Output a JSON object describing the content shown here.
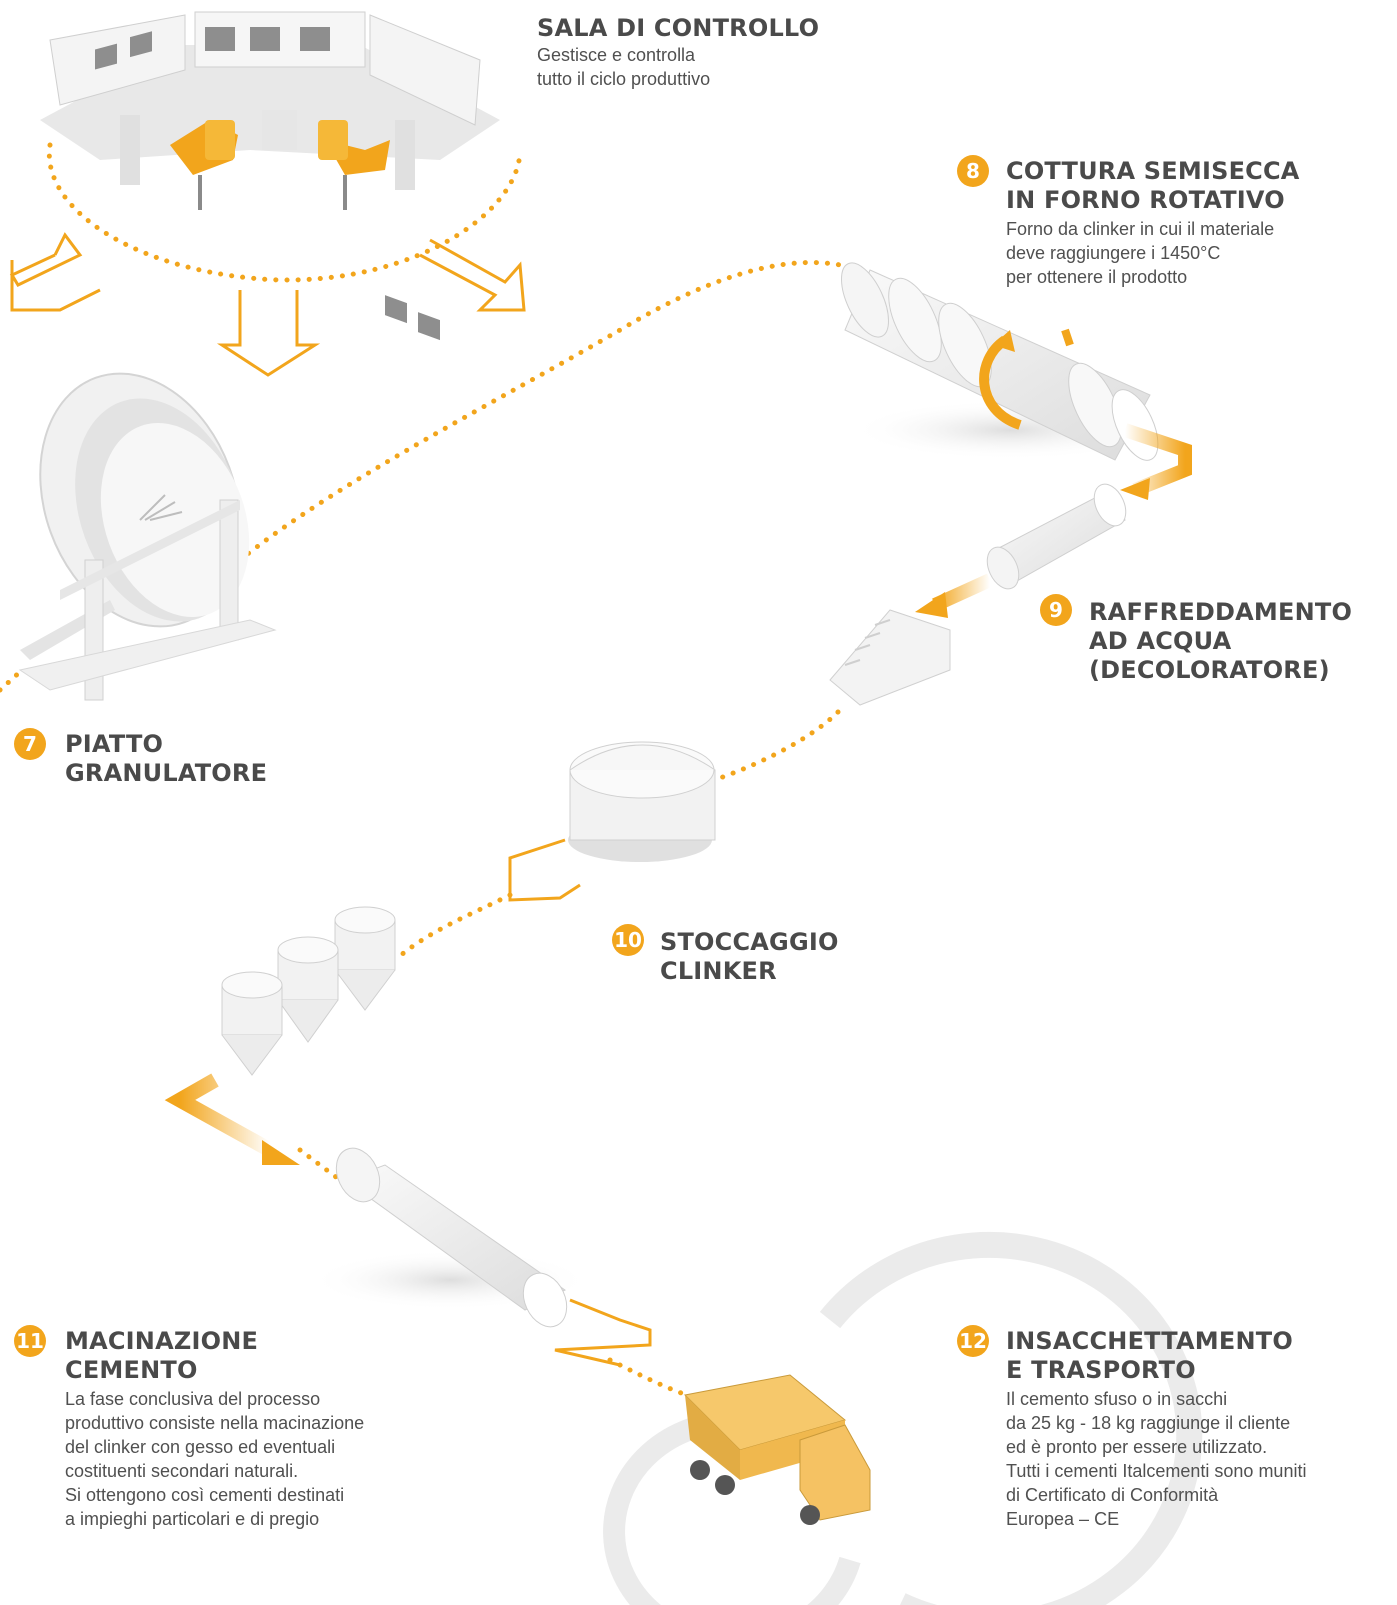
{
  "colors": {
    "accent": "#f2a51c",
    "text_dark": "#4a4a4a",
    "text_body": "#505050",
    "equipment": "#eeeeee"
  },
  "steps": {
    "control_room": {
      "title": "SALA DI CONTROLLO",
      "desc": "Gestisce e controlla\ntutto il ciclo produttivo",
      "icon": "control-room-icon"
    },
    "s7": {
      "num": "7",
      "title1": "PIATTO",
      "title2": "GRANULATORE",
      "icon": "granulator-plate-icon"
    },
    "s8": {
      "num": "8",
      "title1": "COTTURA SEMISECCA",
      "title2": "IN FORNO ROTATIVO",
      "desc": "Forno da clinker in cui il materiale\ndeve raggiungere i 1450°C\nper ottenere il prodotto",
      "icon": "rotary-kiln-icon"
    },
    "s9": {
      "num": "9",
      "title1": "RAFFREDDAMENTO",
      "title2": "AD ACQUA",
      "title3": "(DECOLORATORE)",
      "icon": "cooler-icon"
    },
    "s10": {
      "num": "10",
      "title1": "STOCCAGGIO",
      "title2": "CLINKER",
      "icon": "clinker-silo-icon"
    },
    "s11": {
      "num": "11",
      "title1": "MACINAZIONE",
      "title2": "CEMENTO",
      "desc": "La fase conclusiva del processo\nproduttivo consiste nella macinazione\ndel clinker con gesso ed eventuali\ncostituenti secondari naturali.\nSi ottengono così cementi destinati\na impieghi particolari e di pregio",
      "icon": "cement-mill-icon"
    },
    "s12": {
      "num": "12",
      "title1": "INSACCHETTAMENTO",
      "title2": "E TRASPORTO",
      "desc": "Il cemento sfuso o in sacchi\nda 25 kg - 18 kg raggiunge il cliente\ned è pronto per essere utilizzato.\nTutti i cementi Italcementi sono muniti\ndi Certificato di Conformità\nEuropea – CE",
      "icon": "truck-icon"
    }
  }
}
